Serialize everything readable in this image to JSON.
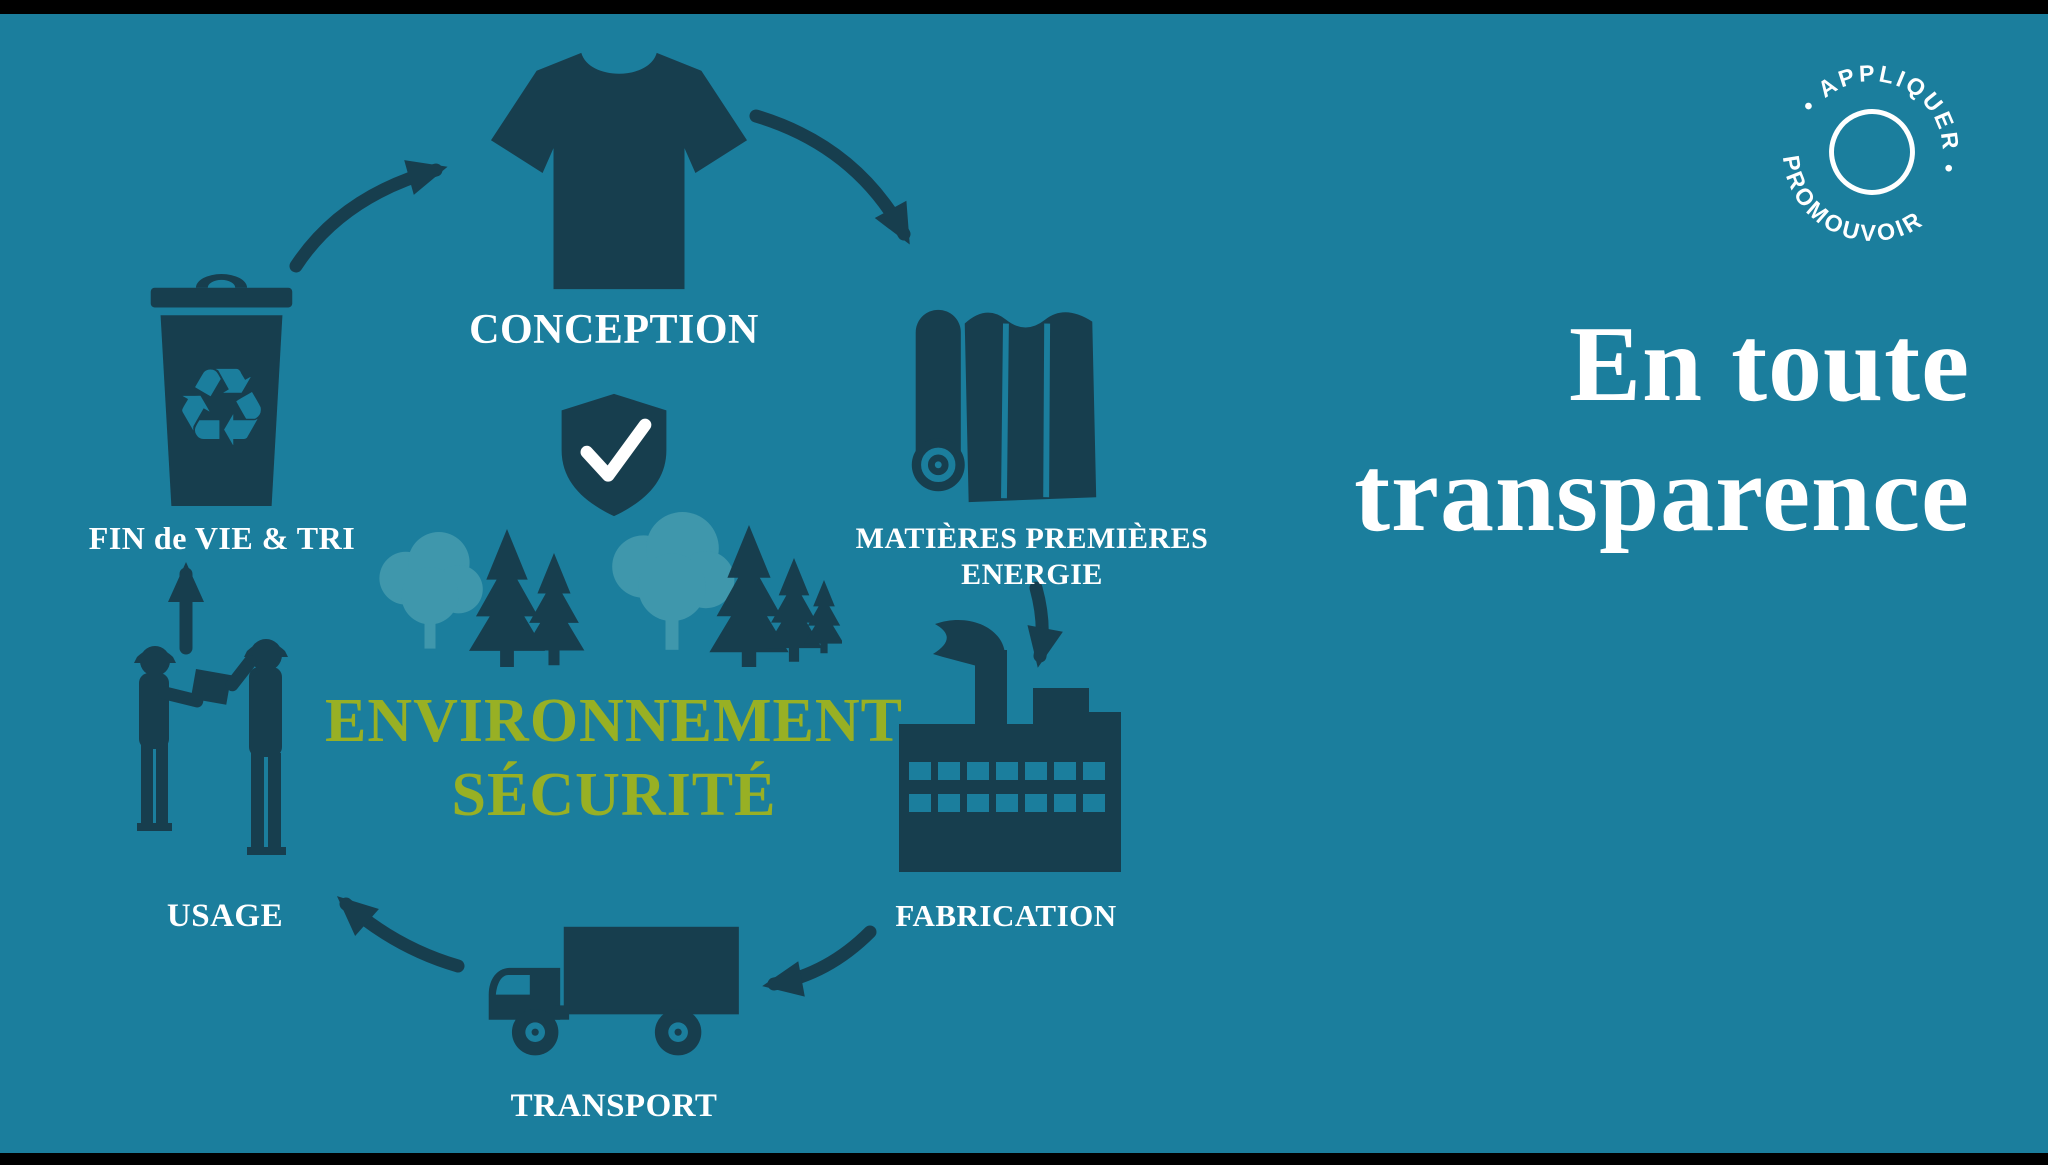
{
  "colors": {
    "background": "#000000",
    "panel_teal": "#1b7e9d",
    "icon_dark_navy": "#173e4e",
    "tree_light_teal": "#3f97ac",
    "accent_green": "#98b024",
    "text_white": "#ffffff"
  },
  "headline": {
    "line1": "En toute",
    "line2": "transparence"
  },
  "stamp": {
    "arc_top": "• APPLIQUER •",
    "arc_bottom": "PROMOUVOIR"
  },
  "cycle": {
    "center": {
      "line1": "ENVIRONNEMENT",
      "line2": "SÉCURITÉ"
    },
    "recycle_glyph": "♻",
    "stages": [
      {
        "label": "CONCEPTION",
        "icon": "tshirt-icon"
      },
      {
        "label": "MATIÈRES PREMIÈRES",
        "label_line2": "ENERGIE",
        "icon": "fabric-roll-icon"
      },
      {
        "label": "FABRICATION",
        "icon": "factory-icon"
      },
      {
        "label": "TRANSPORT",
        "icon": "truck-icon"
      },
      {
        "label": "USAGE",
        "icon": "workers-icon"
      },
      {
        "label": "FIN de VIE & TRI",
        "icon": "recycle-bin-icon"
      }
    ]
  }
}
